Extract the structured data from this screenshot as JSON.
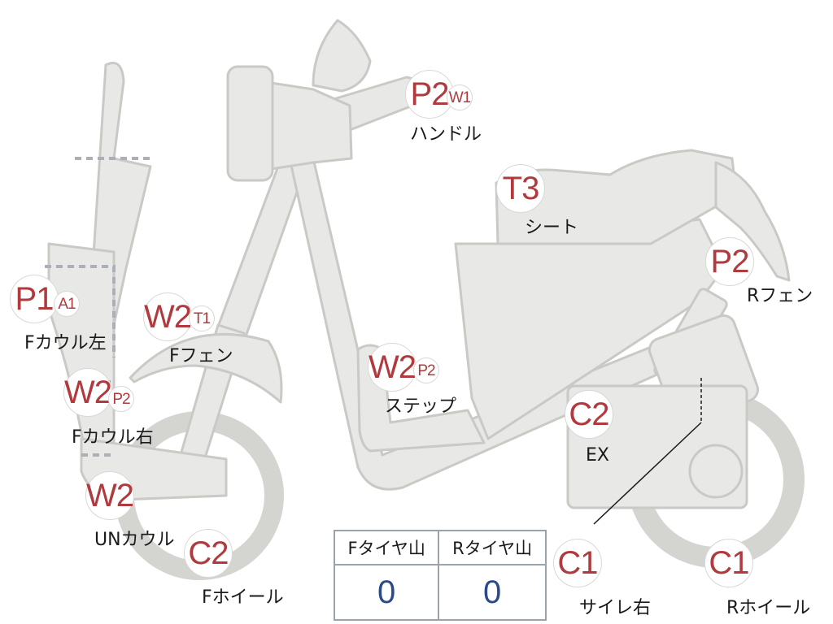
{
  "colors": {
    "body_fill": "#e8e8e6",
    "body_stroke": "#c9c9c6",
    "badge_text": "#b03a3e",
    "tire_value": "#2c4a8a"
  },
  "inspection_points": [
    {
      "id": "handle",
      "label": "ハンドル",
      "codes": [
        "P2",
        "W1"
      ]
    },
    {
      "id": "seat",
      "label": "シート",
      "codes": [
        "T3"
      ]
    },
    {
      "id": "rear-fender",
      "label": "Rフェン",
      "codes": [
        "P2"
      ]
    },
    {
      "id": "front-cowl-left",
      "label": "Fカウル左",
      "codes": [
        "P1",
        "A1"
      ]
    },
    {
      "id": "front-fender",
      "label": "Fフェン",
      "codes": [
        "W2",
        "T1"
      ]
    },
    {
      "id": "step",
      "label": "ステップ",
      "codes": [
        "W2",
        "P2"
      ]
    },
    {
      "id": "front-cowl-right",
      "label": "Fカウル右",
      "codes": [
        "W2",
        "P2"
      ]
    },
    {
      "id": "exhaust",
      "label": "EX",
      "codes": [
        "C2"
      ]
    },
    {
      "id": "under-cowl",
      "label": "UNカウル",
      "codes": [
        "W2"
      ]
    },
    {
      "id": "front-wheel",
      "label": "Fホイール",
      "codes": [
        "C2"
      ]
    },
    {
      "id": "silencer-right",
      "label": "サイレ右",
      "codes": [
        "C1"
      ]
    },
    {
      "id": "rear-wheel",
      "label": "Rホイール",
      "codes": [
        "C1"
      ]
    }
  ],
  "tire_table": {
    "headers": [
      "Fタイヤ山",
      "Rタイヤ山"
    ],
    "values": [
      "0",
      "0"
    ]
  }
}
